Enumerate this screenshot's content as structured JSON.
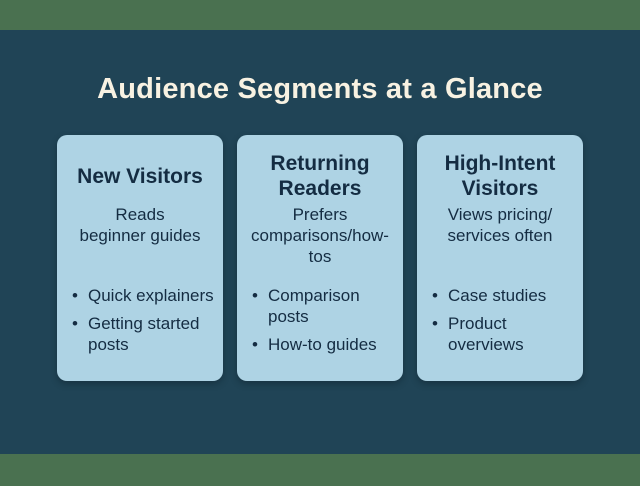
{
  "page": {
    "title": "Audience Segments at a Glance"
  },
  "colors": {
    "border_green": "#4a7150",
    "background_teal": "#204456",
    "card_blue": "#aed3e4",
    "title_cream": "#f8f2e2",
    "text_navy": "#142c42"
  },
  "bullet_glyph": "•",
  "cards": [
    {
      "heading": "New Visitors",
      "description": "Reads\nbeginner guides",
      "bullets": [
        "Quick explainers",
        "Getting started\nposts"
      ]
    },
    {
      "heading": "Returning\nReaders",
      "description": "Prefers\ncomparisons/how-\ntos",
      "bullets": [
        "Comparison\nposts",
        "How-to guides"
      ]
    },
    {
      "heading": "High-Intent\nVisitors",
      "description": "Views pricing/\nservices often",
      "bullets": [
        "Case studies",
        "Product\noverviews"
      ]
    }
  ]
}
